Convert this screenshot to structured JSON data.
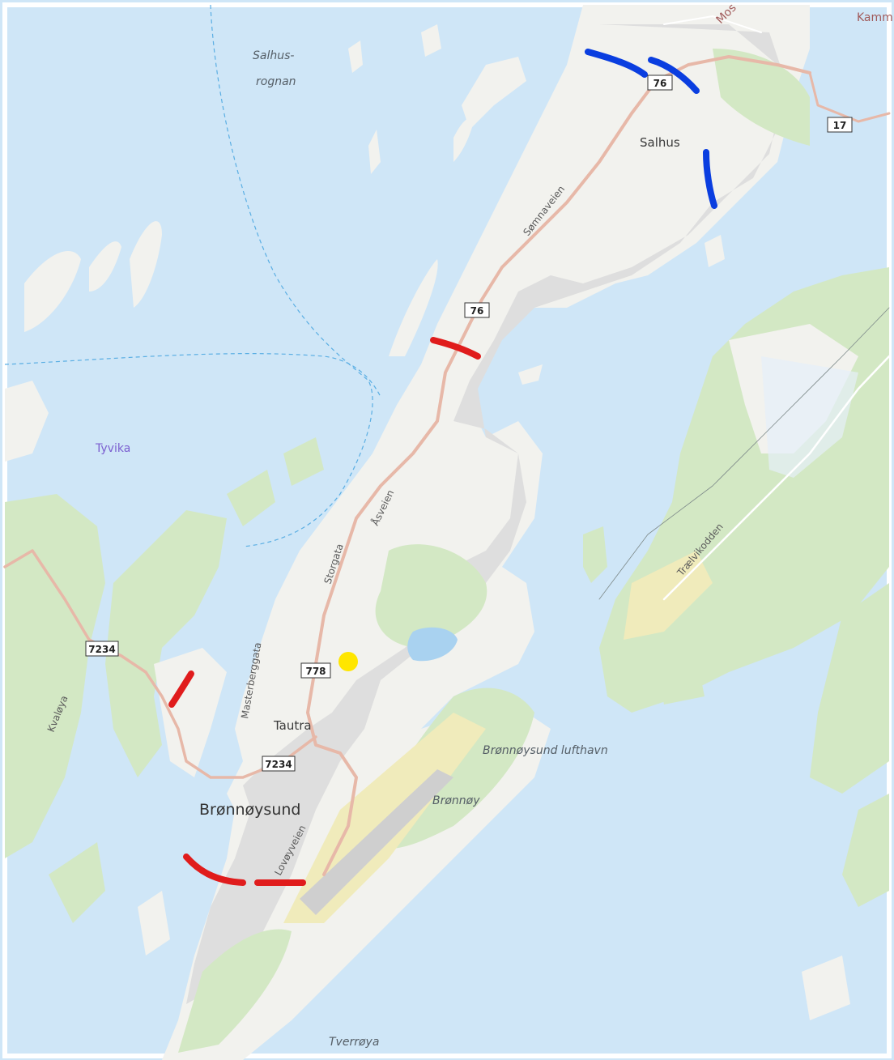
{
  "map": {
    "colors": {
      "water": "#cfe6f7",
      "land": "#f2f2ee",
      "forest": "#d3e8c4",
      "urban": "#dedede",
      "field": "#f0ebbb",
      "road_main": "#e7b8a8",
      "highlight_red": "#e01c1c",
      "highlight_blue": "#0a3ee0",
      "marker_yellow": "#ffe600"
    },
    "labels": {
      "salhus_rognan_1": "Salhus-",
      "salhus_rognan_2": "rognan",
      "tyvika": "Tyvika",
      "salhus": "Salhus",
      "somnaveien": "Sømnaveien",
      "asveien": "Åsveien",
      "storgata": "Storgata",
      "masterberggata": "Masterberggata",
      "tautra": "Tautra",
      "bronnoysund": "Brønnøysund",
      "lufthavn": "Brønnøysund lufthavn",
      "bronnoy": "Brønnøy",
      "kvaloya": "Kvaløya",
      "traelvikodden": "Trælvikodden",
      "tverroya": "Tverrøya",
      "lovoyveien": "Lovøyveien",
      "mos": "Mos",
      "kamm": "Kamm"
    },
    "shields": {
      "r76_top": "76",
      "r76_mid": "76",
      "r17": "17",
      "r778": "778",
      "r7234_left": "7234",
      "r7234_bottom": "7234"
    }
  }
}
